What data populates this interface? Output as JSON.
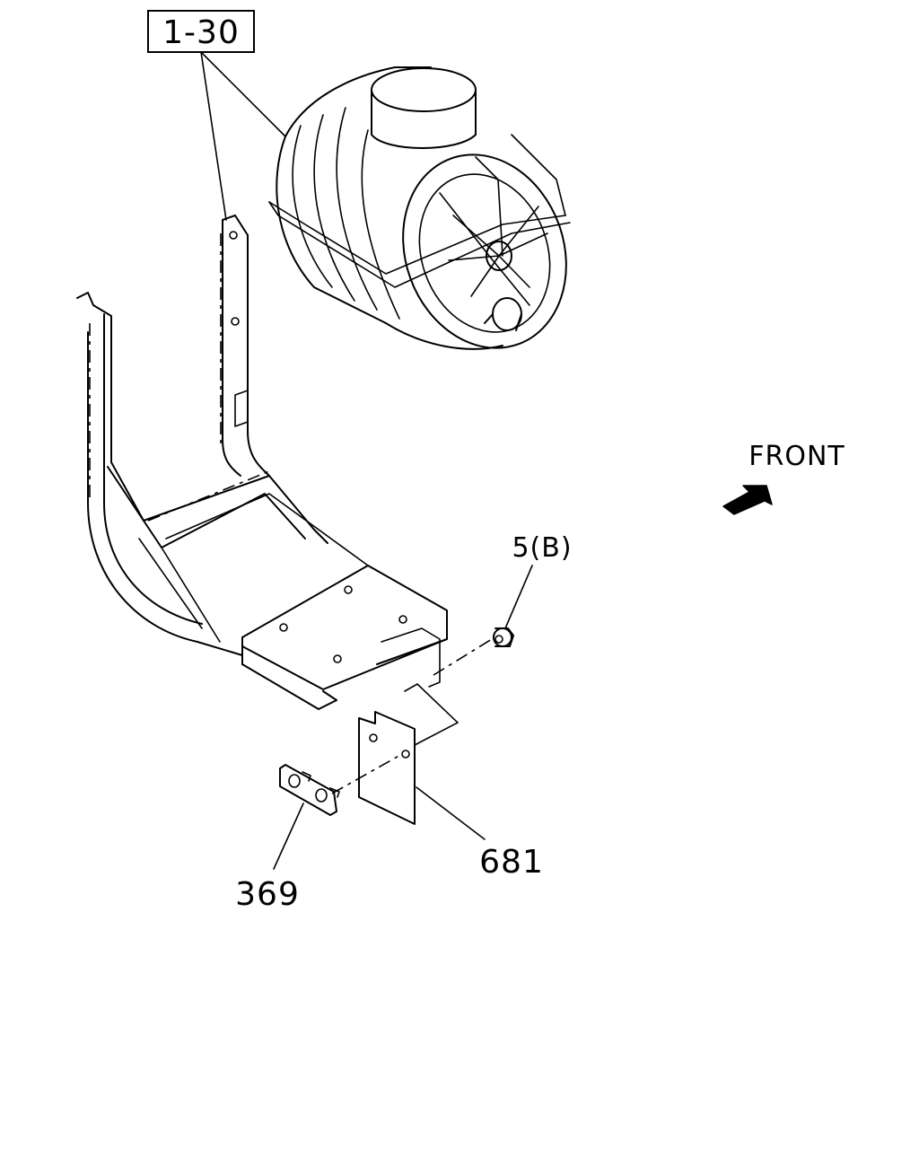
{
  "labels": {
    "ref_1_30": "1-30",
    "part_5b": "5(B)",
    "part_681": "681",
    "part_369": "369",
    "front": "FRONT"
  }
}
